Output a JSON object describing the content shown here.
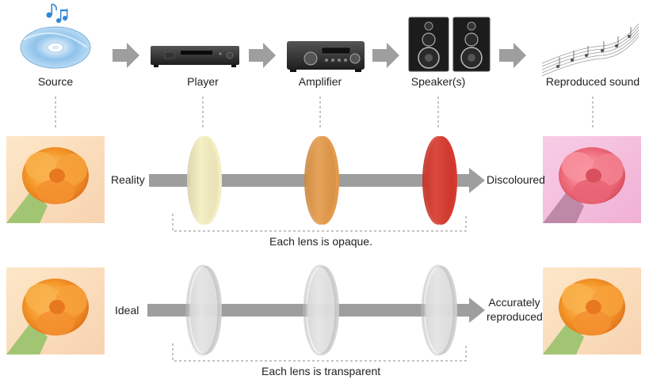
{
  "stages": {
    "source": "Source",
    "player": "Player",
    "amplifier": "Amplifier",
    "speakers": "Speaker(s)",
    "reproduced": "Reproduced sound"
  },
  "reality": {
    "label": "Reality",
    "result": "Discoloured",
    "caption": "Each lens is opaque.",
    "lens_colors": [
      "#f4eec0",
      "#e49a4a",
      "#d83a2e"
    ]
  },
  "ideal": {
    "label": "Ideal",
    "result_line1": "Accurately",
    "result_line2": "reproduced",
    "caption": "Each lens is transparent",
    "lens_colors": [
      "#f2f2f2",
      "#f2f2f2",
      "#f2f2f2"
    ]
  },
  "colors": {
    "arrow": "#9e9e9e",
    "dashes": "#8a8a8a",
    "flower_orange": "#f59a2a",
    "flower_pink": "#f07080"
  }
}
